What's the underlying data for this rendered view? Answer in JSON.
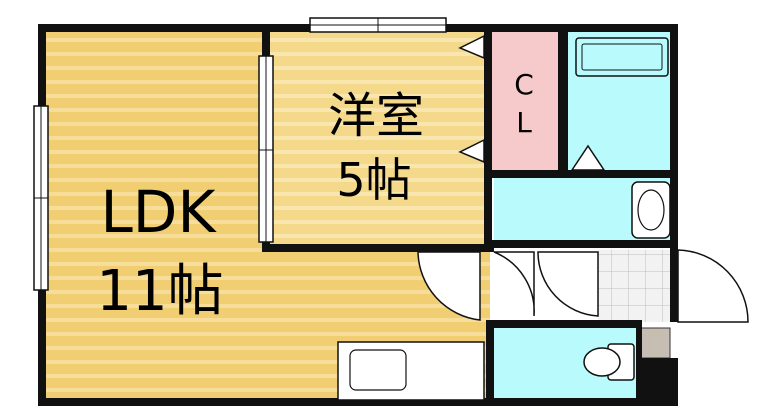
{
  "ldk": {
    "name": "LDK",
    "size": "11帖"
  },
  "western_room": {
    "name": "洋室",
    "size": "5帖"
  },
  "closet": {
    "line1": "C",
    "line2": "L"
  },
  "colors": {
    "ldk_floor": "#F2CE72",
    "ldk_stripe": "#F7DD9A",
    "western_floor": "#F5D98A",
    "western_stripe": "#F9E6AE",
    "closet": "#F6C9CA",
    "wet_area": "#B9FBFD",
    "entrance_tile": "#F2F2F2",
    "wall": "#111111"
  }
}
